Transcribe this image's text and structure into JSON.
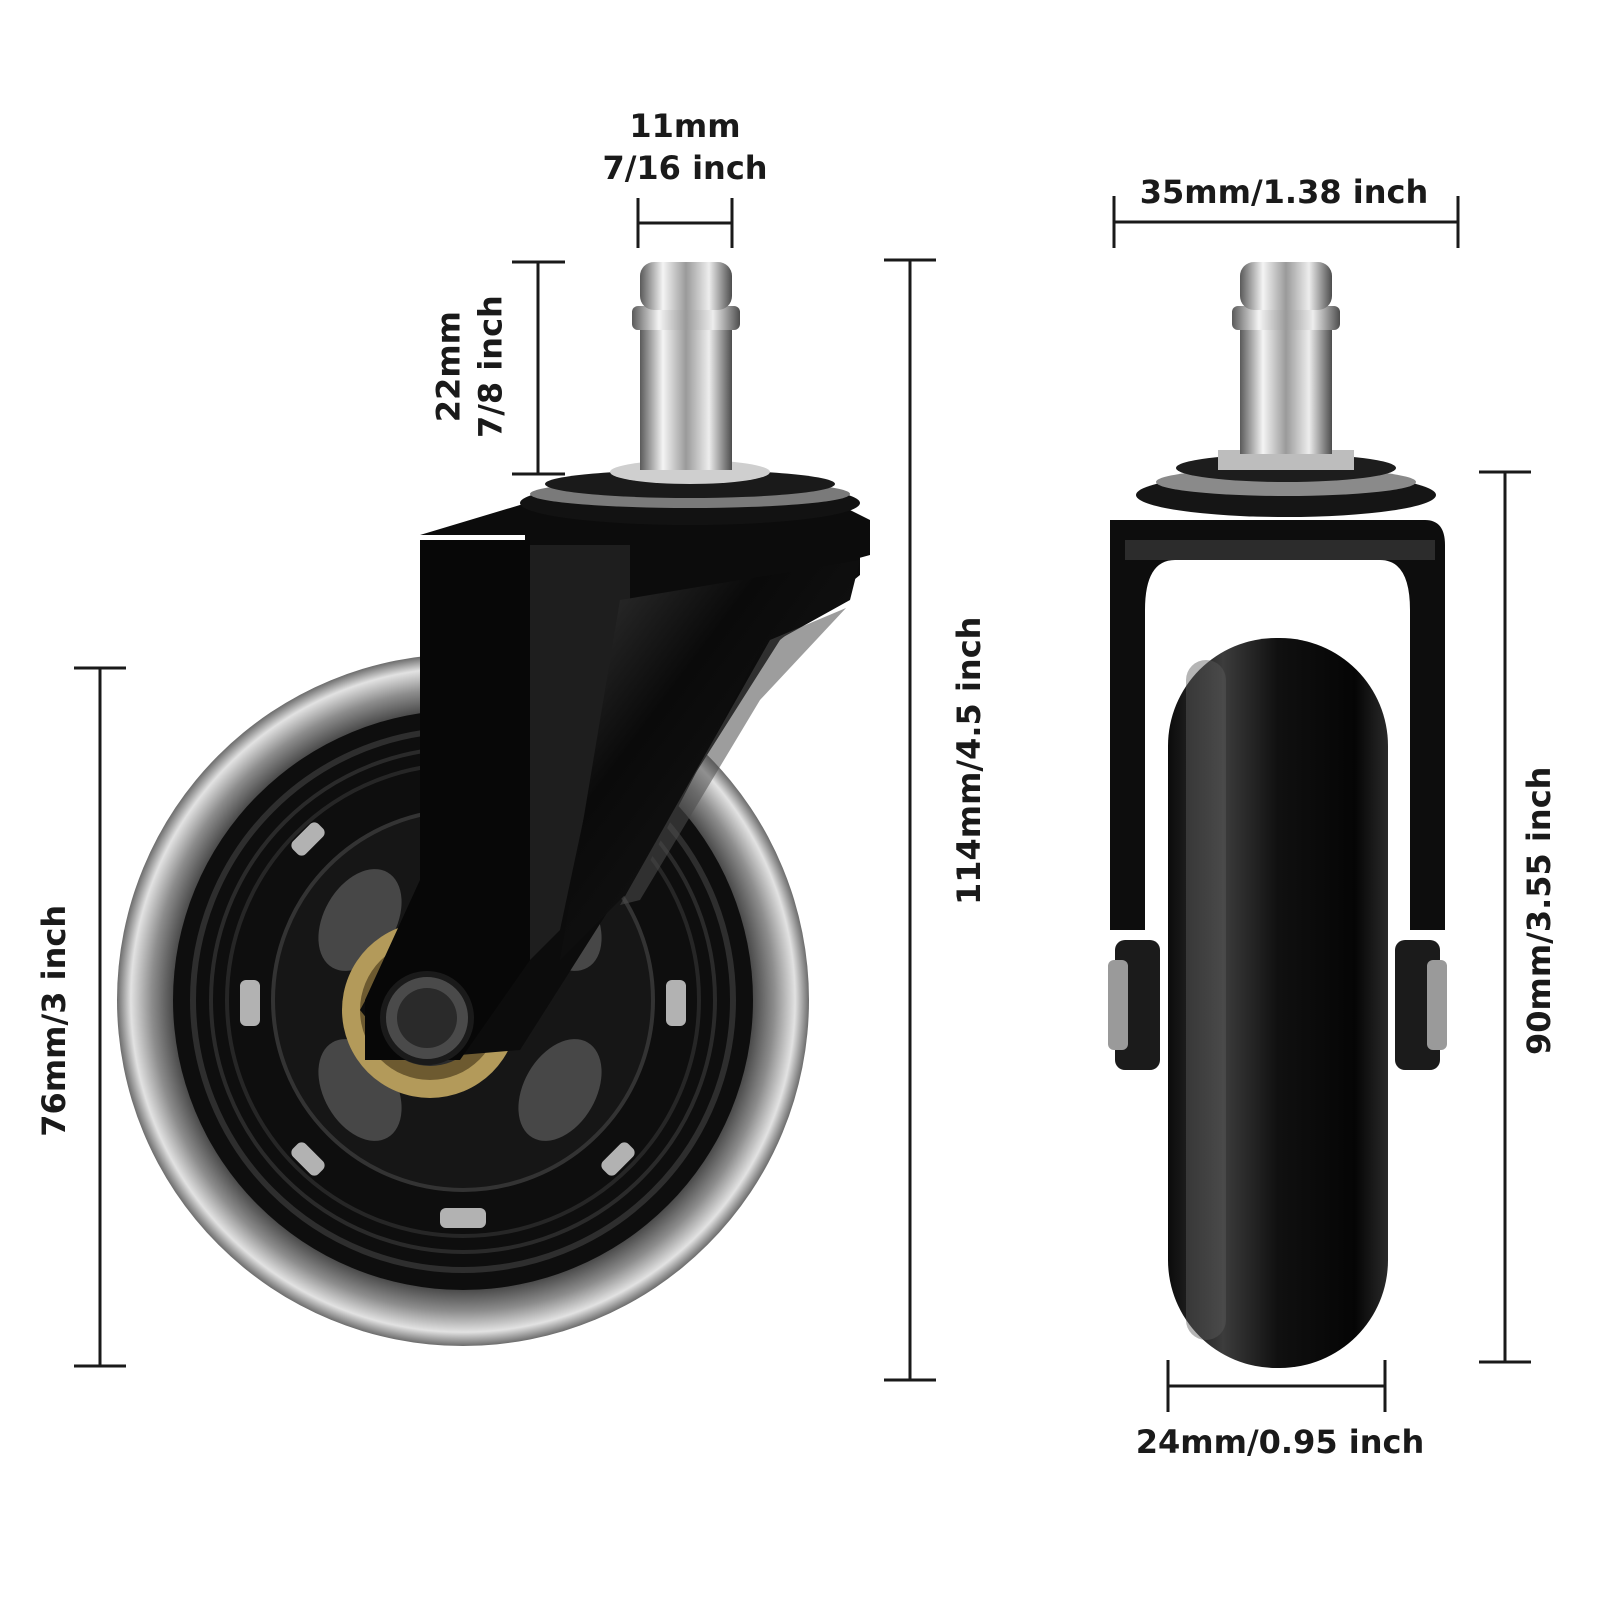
{
  "dimensions": {
    "stem_diameter": {
      "mm": "11mm",
      "inch": "7/16 inch"
    },
    "stem_length": {
      "mm": "22mm",
      "inch": "7/8 inch"
    },
    "total_height": "114mm/4.5 inch",
    "wheel_diameter": "76mm/3 inch",
    "top_width": "35mm/1.38 inch",
    "body_height": "90mm/3.55 inch",
    "wheel_width": "24mm/0.95 inch"
  },
  "colors": {
    "wheel_body": "#0e0e0e",
    "tread_clear": "#c8c8c8",
    "chrome": "#d9d9d9",
    "brass": "#b39a5a",
    "dimension_line": "#1a1a1a"
  }
}
